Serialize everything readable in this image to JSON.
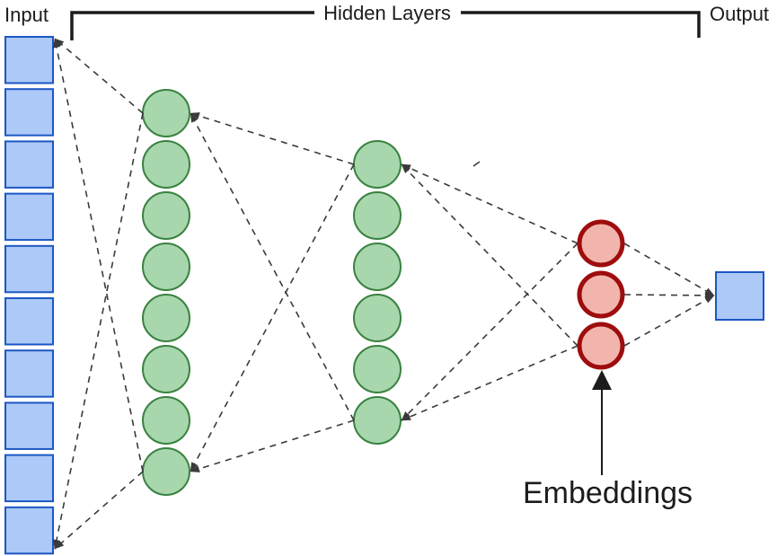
{
  "labels": {
    "input": "Input",
    "hidden_layers": "Hidden Layers",
    "output": "Output",
    "embeddings": "Embeddings"
  },
  "network": {
    "input_node_count": 10,
    "hidden_layer_node_counts": [
      8,
      6
    ],
    "embedding_node_count": 3,
    "output_node_count": 1
  },
  "colors": {
    "input_fill": "#adc9f7",
    "input_stroke": "#1b57c4",
    "hidden_fill": "#a8d6ad",
    "hidden_stroke": "#38823f",
    "embedding_fill": "#f2b5ae",
    "embedding_stroke": "#9e0d0d",
    "output_fill": "#adc9f7",
    "output_stroke": "#1b57c4",
    "connector": "#3a3a3a",
    "annotation": "#1c1c1c"
  }
}
